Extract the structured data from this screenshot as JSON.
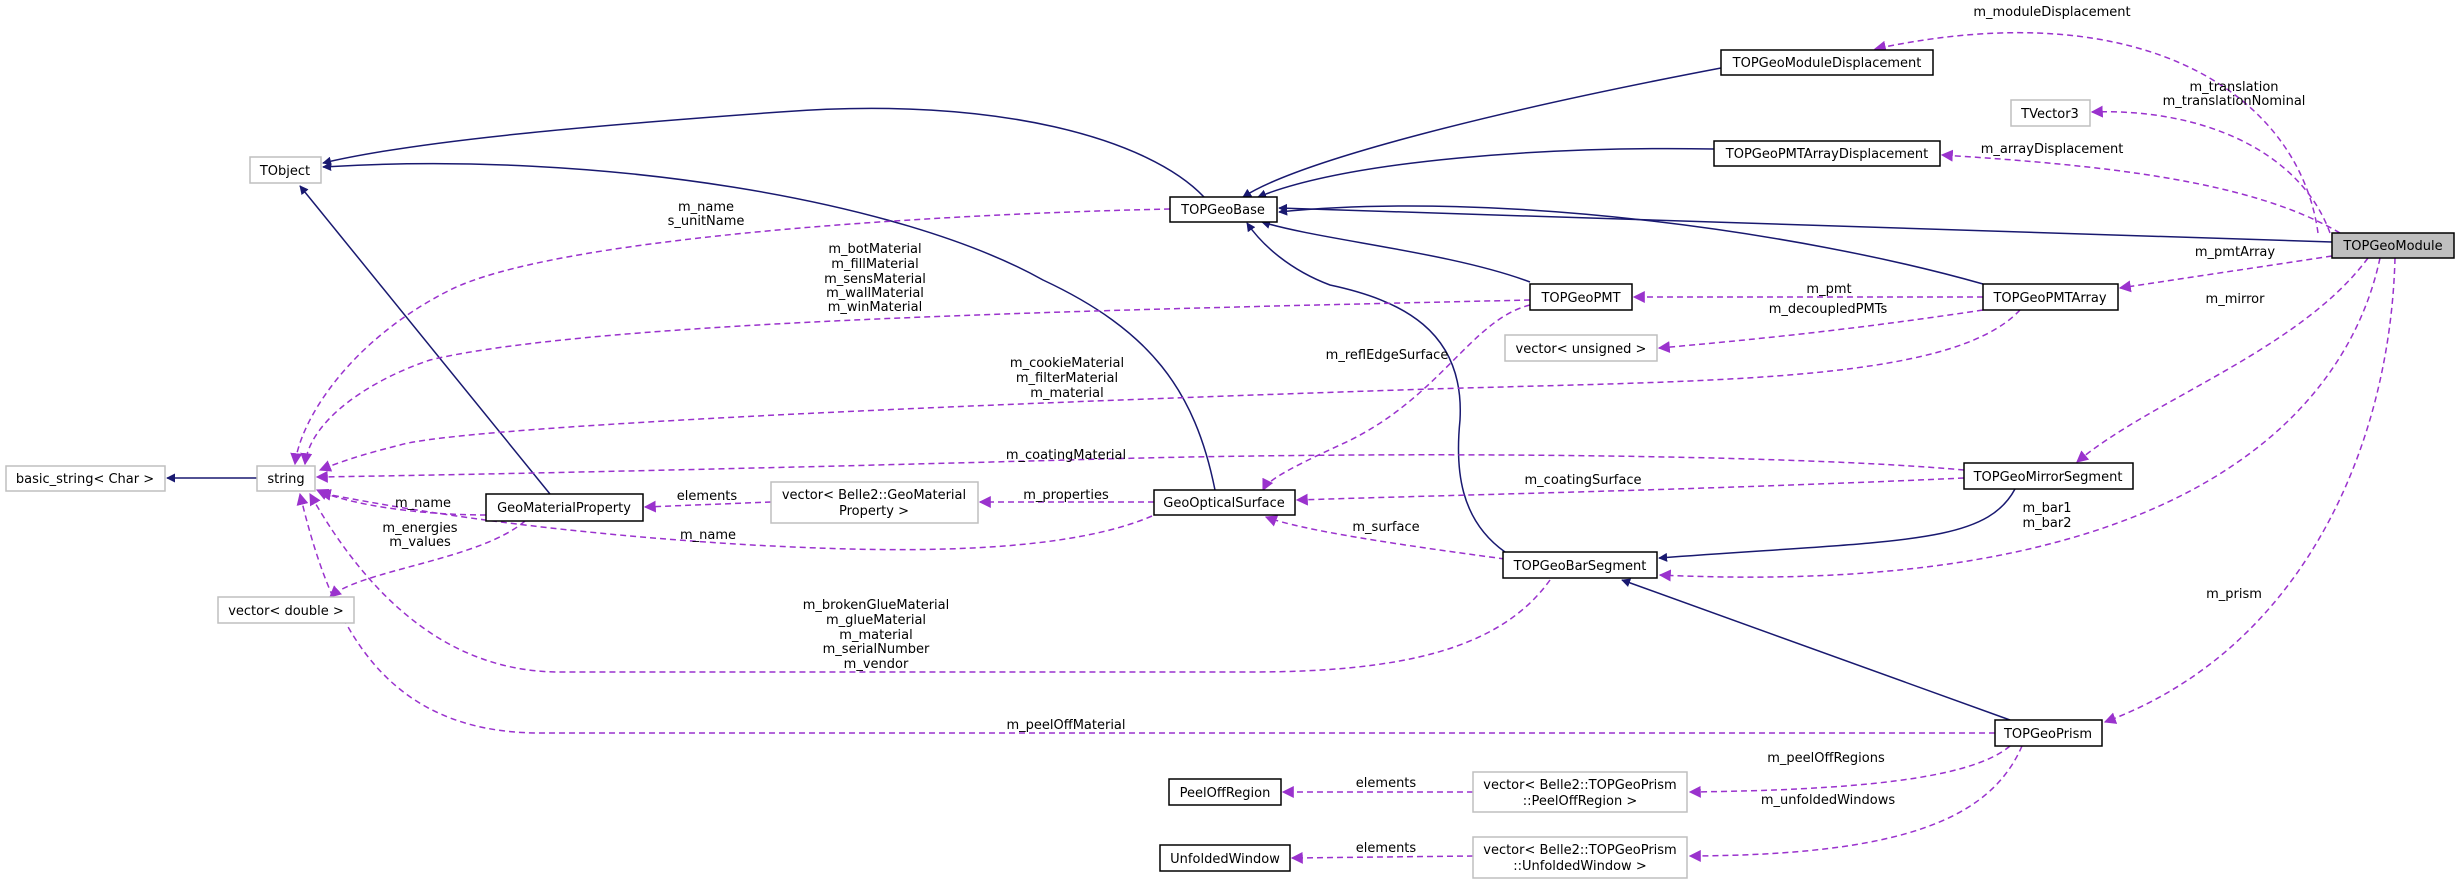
{
  "colors": {
    "inheritance": "#191970",
    "usage": "#9a32cd",
    "focus_fill": "#bfbfbf",
    "external_border": "#bfbfbf"
  },
  "nodes": {
    "tobject": "TObject",
    "topgeobase": "TOPGeoBase",
    "module_displacement": "TOPGeoModuleDisplacement",
    "tvector3": "TVector3",
    "pmtarray_displacement": "TOPGeoPMTArrayDisplacement",
    "topgeomodule": "TOPGeoModule",
    "topgeopmt": "TOPGeoPMT",
    "topgeopmtarray": "TOPGeoPMTArray",
    "vector_unsigned": "vector< unsigned >",
    "basic_string": "basic_string< Char >",
    "string": "string",
    "geomaterialproperty": "GeoMaterialProperty",
    "vector_geomaterial": [
      "vector< Belle2::GeoMaterial",
      "Property >"
    ],
    "geoopticalsurface": "GeoOpticalSurface",
    "mirrorsegment": "TOPGeoMirrorSegment",
    "barsegment": "TOPGeoBarSegment",
    "vector_double": "vector< double >",
    "prism": "TOPGeoPrism",
    "peeloffregion": "PeelOffRegion",
    "vector_peeloff": [
      "vector< Belle2::TOPGeoPrism",
      "::PeelOffRegion >"
    ],
    "unfoldedwindow": "UnfoldedWindow",
    "vector_unfolded": [
      "vector< Belle2::TOPGeoPrism",
      "::UnfoldedWindow >"
    ]
  },
  "edge_labels": {
    "module_displacement": "m_moduleDisplacement",
    "translation": [
      "m_translation",
      "m_translationNominal"
    ],
    "array_displacement": "m_arrayDisplacement",
    "pmt_array": "m_pmtArray",
    "pmt": "m_pmt",
    "decoupled_pmts": "m_decoupledPMTs",
    "mirror": "m_mirror",
    "refl_edge_surface": "m_reflEdgeSurface",
    "base_strings": [
      "m_name",
      "s_unitName"
    ],
    "pmt_materials": [
      "m_botMaterial",
      "m_fillMaterial",
      "m_sensMaterial",
      "m_wallMaterial",
      "m_winMaterial"
    ],
    "pmtarray_materials": [
      "m_cookieMaterial",
      "m_filterMaterial",
      "m_material"
    ],
    "coating_material": "m_coatingMaterial",
    "coating_surface": "m_coatingSurface",
    "elements_gmp": "elements",
    "properties": "m_properties",
    "gmp_name": "m_name",
    "energies_values": [
      "m_energies",
      "m_values"
    ],
    "gos_name": "m_name",
    "surface": "m_surface",
    "bars": [
      "m_bar1",
      "m_bar2"
    ],
    "prism": "m_prism",
    "bar_materials": [
      "m_brokenGlueMaterial",
      "m_glueMaterial",
      "m_material",
      "m_serialNumber",
      "m_vendor"
    ],
    "peeloff_material": "m_peelOffMaterial",
    "peeloff_regions": "m_peelOffRegions",
    "elements_peeloff": "elements",
    "unfolded_windows": "m_unfoldedWindows",
    "elements_unfolded": "elements"
  }
}
